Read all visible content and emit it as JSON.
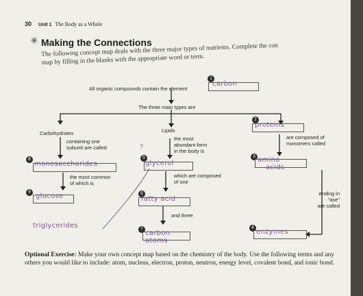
{
  "header": {
    "page_number": "30",
    "unit": "Unit 1",
    "unit_title": "The Body as a Whole"
  },
  "section": {
    "title": "Making the Connections"
  },
  "intro": {
    "line1": "The following concept map deals with the three major types of nutrients. Complete the con",
    "line2": "map by filling in the blanks with the appropriate word or term."
  },
  "map": {
    "top_text": "All organic compounds contain the element",
    "main_types": "The three main types are",
    "carbohydrates": "Carbohydrates",
    "carb_desc": [
      "containing one",
      "subunit are called"
    ],
    "lipids": "Lipids",
    "lipid_desc": [
      "the most",
      "abundant form",
      "in the body is"
    ],
    "proteins_desc": [
      "are composed of",
      "monomers called"
    ],
    "most_common": [
      "the most common",
      "of which is"
    ],
    "which_are": [
      "which are composed",
      "of one"
    ],
    "and_three": "and three",
    "ending_in": [
      "ending in",
      "\"ase\"",
      "are called"
    ],
    "question_mark": "?",
    "numbers": [
      "1",
      "2",
      "3",
      "4",
      "5",
      "6",
      "7",
      "8",
      "9"
    ]
  },
  "answers": {
    "a1": "carbon",
    "a2": "proteins",
    "a3": [
      "amino",
      "acids"
    ],
    "a4": "enzymes",
    "a5": "glycerol",
    "a6": "fatty acid",
    "a7": [
      "carbon",
      "atoms"
    ],
    "a8": "monosaccharides",
    "a9": "glucose",
    "extra": "triglycerides"
  },
  "exercise": {
    "label": "Optional Exercise:",
    "text": "Make your own concept map based on the chemistry of the body. Use the following terms and any others you would like to include: atom, nucleus, electron, proton, neutron, energy level, covalent bond, and ionic bond."
  }
}
